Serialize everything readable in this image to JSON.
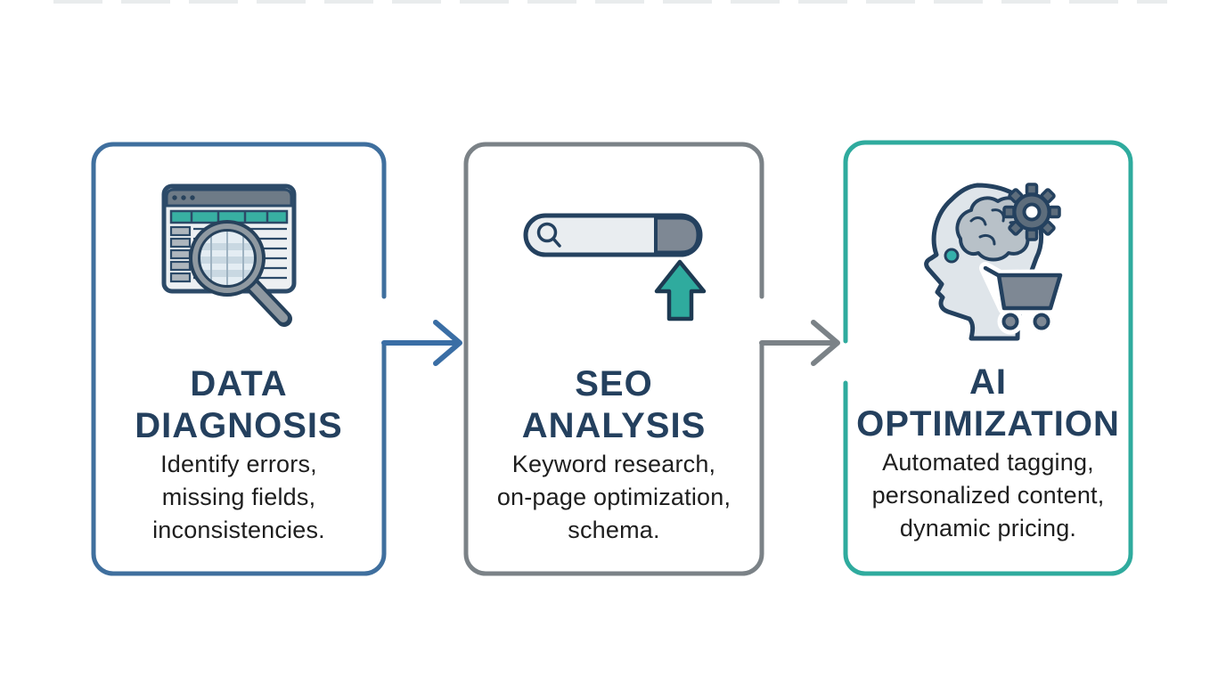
{
  "diagram": {
    "type": "process-flow",
    "steps": [
      {
        "title_lines": [
          "DATA",
          "DIAGNOSIS"
        ],
        "desc_lines": [
          "Identify errors,",
          "missing fields,",
          "inconsistencies."
        ],
        "icon": "spreadsheet-magnifier-icon",
        "border_color": "#3f6f9e"
      },
      {
        "title_lines": [
          "SEO",
          "ANALYSIS"
        ],
        "desc_lines": [
          "Keyword research,",
          "on-page optimization,",
          "schema."
        ],
        "icon": "search-bar-up-arrow-icon",
        "border_color": "#7b8287"
      },
      {
        "title_lines": [
          "AI",
          "OPTIMIZATION"
        ],
        "desc_lines": [
          "Automated tagging,",
          "personalized content,",
          "dynamic pricing."
        ],
        "icon": "ai-head-gear-cart-icon",
        "border_color": "#2fab9e"
      }
    ],
    "arrows": [
      {
        "name": "arrow-data-to-seo",
        "color": "#3a6ea5"
      },
      {
        "name": "arrow-seo-to-ai",
        "color": "#7b8287"
      }
    ],
    "colors": {
      "title_text": "#24405e",
      "body_text": "#1e1e1e",
      "navy_outline": "#24415f",
      "teal_accent": "#2fab9e",
      "gray_fill": "#7e8894",
      "light_fill": "#e9edf0",
      "background": "#ffffff",
      "top_artifact": "#e9eced"
    }
  }
}
